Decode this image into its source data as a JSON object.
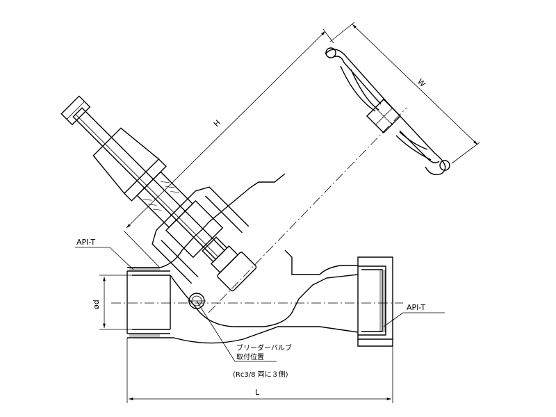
{
  "labels": {
    "dim_h": "H",
    "dim_w": "W",
    "dim_l": "L",
    "dim_d": "ød",
    "api_left": "API-T",
    "api_right": "API-T",
    "bleeder_1": "ブリーダーバルブ",
    "bleeder_2": "取付位置",
    "bleeder_3": "(Rc3/8 両に３側)"
  },
  "colors": {
    "line": "#000000",
    "background": "#ffffff"
  }
}
